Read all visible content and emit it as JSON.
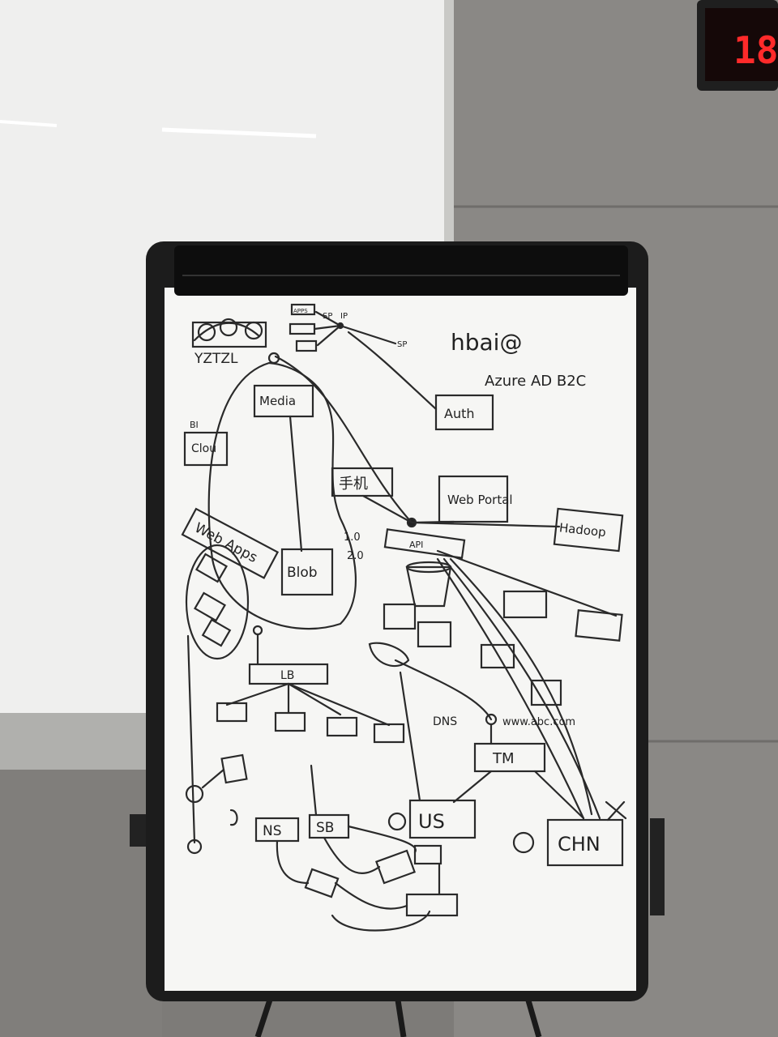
{
  "clock": {
    "digits": "18:"
  },
  "whiteboard": {
    "header": {
      "title": "hbai@",
      "subtitle": "Azure AD B2C"
    },
    "boxes": {
      "media": "Media",
      "auth": "Auth",
      "cloud": "Clou",
      "mobile": "手机",
      "web_portal": "Web Portal",
      "hadoop": "Hadoop",
      "web_apps": "Web Apps",
      "blob": "Blob",
      "api": "API",
      "lb": "LB",
      "tm": "TM",
      "us": "US",
      "chn": "CHN",
      "ns": "NS",
      "sb": "SB"
    },
    "labels": {
      "left_top": "YZTZL",
      "bi": "BI",
      "ver1": "1.0",
      "ver2": "2.0",
      "dns": "DNS",
      "url": "www.abc.com",
      "sp": "SP",
      "ip": "IP",
      "apps": "APPS"
    }
  }
}
